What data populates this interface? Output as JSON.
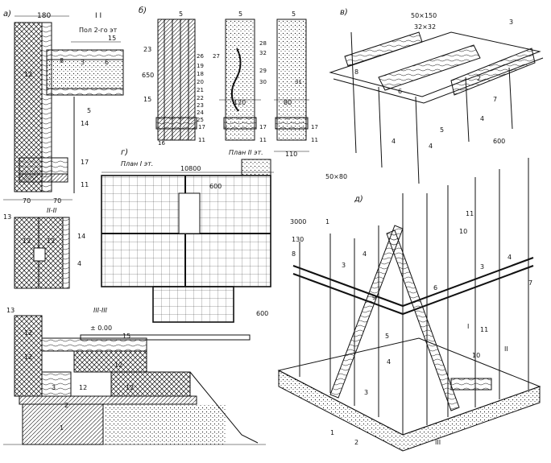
{
  "panel_a": {
    "letter": "а)",
    "dim_top": "180",
    "section": "I I",
    "floor_label": "Пол 2-го эт",
    "dim_left": "70",
    "dim_right": "70",
    "callouts": [
      "15",
      "8",
      "3",
      "6",
      "5",
      "12",
      "14",
      "17",
      "11"
    ]
  },
  "panel_b": {
    "letter": "б)",
    "dim_a": "23",
    "dim_b": "650",
    "dim_c": "15",
    "dim_mid": "120",
    "dim_right": "80",
    "dim_bottom": "110",
    "plan_label": "План II эт.",
    "callouts": [
      "5",
      "26",
      "19",
      "18",
      "20",
      "21",
      "22",
      "23",
      "24",
      "25",
      "16",
      "17",
      "11",
      "27",
      "28",
      "32",
      "29",
      "30",
      "31"
    ]
  },
  "panel_v": {
    "letter": "в)",
    "size_top": "50×150",
    "size_mid": "32×32",
    "size_post": "50×80",
    "dim": "600",
    "callouts": [
      "3",
      "8",
      "6",
      "2",
      "7",
      "5",
      "4"
    ]
  },
  "panel_g": {
    "letter": "г)",
    "plan_label": "План I эт.",
    "width": "10800",
    "grid_top": "600",
    "grid_bottom": "600"
  },
  "panel_d": {
    "letter": "д)",
    "dim_a": "3000",
    "dim_b": "130",
    "callouts": [
      "1",
      "8",
      "3",
      "4",
      "9",
      "5",
      "2",
      "10",
      "11",
      "6",
      "7"
    ],
    "section_marks": [
      "I",
      "II",
      "III"
    ]
  },
  "section_ii": {
    "label": "II-II",
    "callouts": [
      "13",
      "12",
      "14",
      "4"
    ]
  },
  "section_iii": {
    "label": "III-III",
    "level": "± 0.00",
    "callouts": [
      "13",
      "15",
      "12",
      "3",
      "2",
      "1"
    ]
  }
}
